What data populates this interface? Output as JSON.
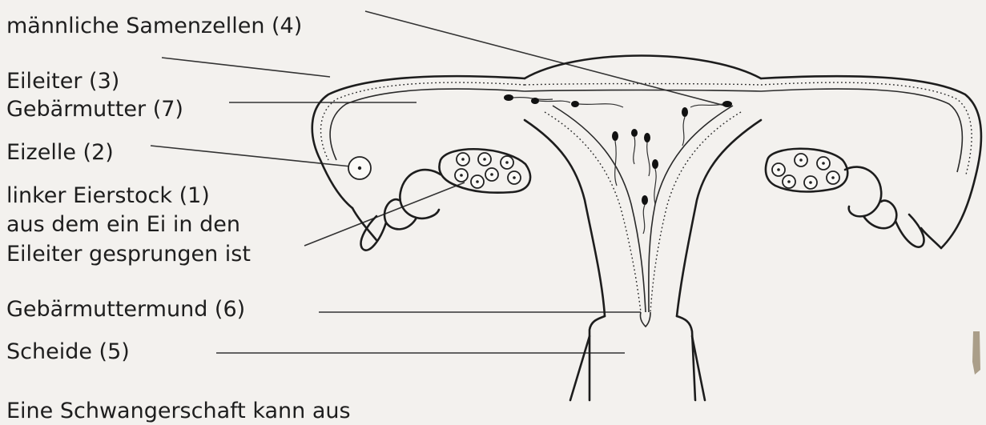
{
  "labels": [
    {
      "id": "samenzellen",
      "text": "männliche Samenzellen (4)"
    },
    {
      "id": "eileiter",
      "text": "Eileiter (3)"
    },
    {
      "id": "gebaermutter",
      "text": "Gebärmutter (7)"
    },
    {
      "id": "eizelle",
      "text": "Eizelle (2)"
    },
    {
      "id": "eierstock_1",
      "text": "linker Eierstock (1)"
    },
    {
      "id": "eierstock_2",
      "text": "aus dem ein Ei in den"
    },
    {
      "id": "eierstock_3",
      "text": "Eileiter gesprungen ist"
    },
    {
      "id": "muttermund",
      "text": "Gebärmuttermund (6)"
    },
    {
      "id": "scheide",
      "text": "Scheide (5)"
    }
  ],
  "bottom_text": "Eine Schwangerschaft kann aus",
  "colors": {
    "ink": "#1d1d1d",
    "paper": "#f3f1ee"
  },
  "icons": [
    "sperm-icon",
    "egg-cell-icon",
    "follicle-icon"
  ]
}
